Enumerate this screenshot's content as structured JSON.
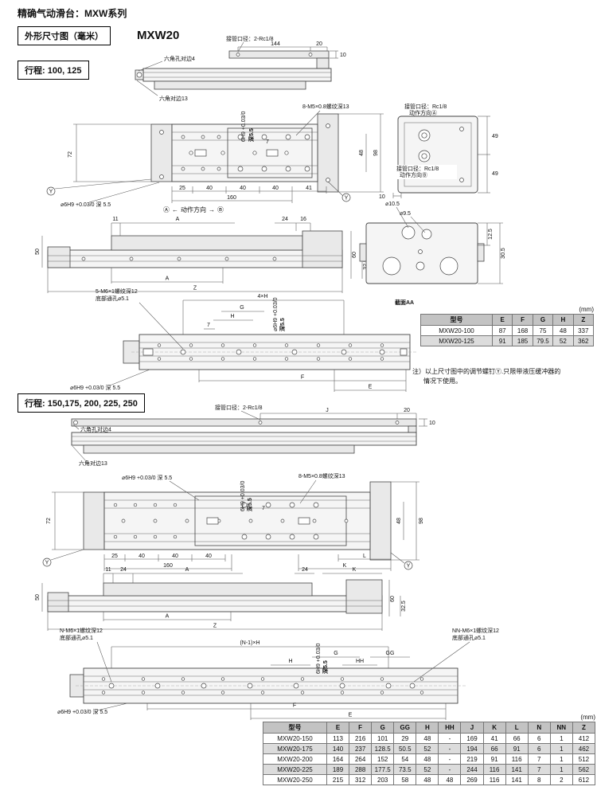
{
  "page_header": "精确气动滑台：MXW系列",
  "sec1": {
    "dim_label": "外形尺寸图（毫米）",
    "model": "MXW20",
    "stroke": "行程: 100, 125"
  },
  "motion": {
    "a": "Ⓐ",
    "arrow_left": "←",
    "label": "动作方向",
    "arrow_right": "→",
    "b": "Ⓑ"
  },
  "d1": {
    "port": "接管口径：2-Rc1/8",
    "dim_144": "144",
    "dim_20": "20",
    "dim_10": "10",
    "hex_hole": "六角孔对边4",
    "hex_flat": "六角对边13"
  },
  "d2": {
    "thread": "8-M5×0.8螺纹深13",
    "groove_rot": "6H9 +0.03/0",
    "groove_rot_depth": "深5.5",
    "dim_7": "7",
    "dim_72": "72",
    "dim_98": "98",
    "dim_48": "48",
    "dim_25": "25",
    "dim_40a": "40",
    "dim_40b": "40",
    "dim_40c": "40",
    "dim_160": "160",
    "dim_41": "41",
    "groove_note": "⌀6H9 +0.03/0 深 5.5",
    "y_mark": "Y",
    "port_a1": "接管口径：Rc1/8",
    "port_a2": "动作方向Ⓐ",
    "port_b1": "接管口径：Rc1/8",
    "port_b2": "动作方向Ⓑ",
    "dim_49a": "49",
    "dim_49b": "49",
    "dim_10": "10"
  },
  "d3": {
    "dim_11": "11",
    "dim_a_top": "A",
    "dim_24": "24",
    "dim_16": "16",
    "dim_50": "50",
    "dim_60": "60",
    "dim_32_5": "32.5",
    "dim_z": "Z",
    "dim_a_bottom": "A",
    "dia_10_5": "⌀10.5",
    "dia_9_5": "⌀9.5",
    "dim_12_5": "12.5",
    "dim_30_5": "30.5",
    "section_label": "截面AA"
  },
  "d4": {
    "thread1": "5-M6×1螺纹深12",
    "thread2": "底部通孔⌀5.1",
    "dim_4xh": "4×H",
    "dim_g": "G",
    "dim_h": "H",
    "dim_7": "7",
    "groove_rot": "⌀6H9 +0.03/0",
    "groove_rot_depth": "深5.5",
    "dim_f": "F",
    "dim_e": "E",
    "groove_note": "⌀6H9 +0.03/0 深 5.5"
  },
  "table1": {
    "unit": "(mm)",
    "headers": [
      "型号",
      "E",
      "F",
      "G",
      "H",
      "Z"
    ],
    "rows": [
      [
        "MXW20-100",
        "87",
        "168",
        "75",
        "48",
        "337"
      ],
      [
        "MXW20-125",
        "91",
        "185",
        "79.5",
        "52",
        "362"
      ]
    ]
  },
  "note": {
    "line1": "注）以上尺寸图中的调节螺钉Ⓨ.只限带液压缓冲器的",
    "line2": "情况下使用。"
  },
  "sec2": {
    "stroke": "行程: 150,175, 200, 225, 250"
  },
  "d5": {
    "port": "接管口径：2-Rc1/8",
    "dim_j": "J",
    "dim_20": "20",
    "dim_10": "10",
    "hex_hole": "六角孔对边4",
    "hex_flat": "六角对边13"
  },
  "d6": {
    "groove_note": "⌀6H9 +0.03/0 深 5.5",
    "groove_rot": "6H9 +0.03/0",
    "groove_rot_depth": "深5.5",
    "dim_7": "7",
    "thread": "8-M5×0.8螺纹深13",
    "dim_72": "72",
    "dim_98": "98",
    "dim_48": "48",
    "dim_25": "25",
    "dim_40a": "40",
    "dim_40b": "40",
    "dim_40c": "40",
    "dim_160": "160",
    "dim_l": "L",
    "dim_k": "K",
    "y_mark": "Y"
  },
  "d7": {
    "dim_11": "11",
    "dim_24a": "24",
    "dim_a_top": "A",
    "dim_24b": "24",
    "dim_k": "K",
    "dim_50": "50",
    "dim_60": "60",
    "dim_32_5": "32.5",
    "dim_z": "Z",
    "dim_a_bottom": "A"
  },
  "d8": {
    "dim_n1xh": "(N-1)×H",
    "thread_n1": "N-M6×1螺纹深12",
    "thread_n2": "底部通孔⌀5.1",
    "thread_nn1": "NN-M6×1螺纹深12",
    "thread_nn2": "底部通孔⌀5.1",
    "dim_g": "G",
    "dim_gg": "GG",
    "dim_h": "H",
    "dim_hh": "HH",
    "groove_rot": "6H9 +0.03/0",
    "groove_rot_depth": "深5.5",
    "dim_f": "F",
    "dim_e": "E",
    "groove_note": "⌀6H9 +0.03/0 深 5.5"
  },
  "table2": {
    "unit": "(mm)",
    "headers": [
      "型号",
      "E",
      "F",
      "G",
      "GG",
      "H",
      "HH",
      "J",
      "K",
      "L",
      "N",
      "NN",
      "Z"
    ],
    "rows": [
      [
        "MXW20-150",
        "113",
        "216",
        "101",
        "29",
        "48",
        "-",
        "169",
        "41",
        "66",
        "6",
        "1",
        "412"
      ],
      [
        "MXW20-175",
        "140",
        "237",
        "128.5",
        "50.5",
        "52",
        "-",
        "194",
        "66",
        "91",
        "6",
        "1",
        "462"
      ],
      [
        "MXW20-200",
        "164",
        "264",
        "152",
        "54",
        "48",
        "-",
        "219",
        "91",
        "116",
        "7",
        "1",
        "512"
      ],
      [
        "MXW20-225",
        "189",
        "288",
        "177.5",
        "73.5",
        "52",
        "-",
        "244",
        "116",
        "141",
        "7",
        "1",
        "562"
      ],
      [
        "MXW20-250",
        "215",
        "312",
        "203",
        "58",
        "48",
        "48",
        "269",
        "116",
        "141",
        "8",
        "2",
        "612"
      ]
    ]
  }
}
